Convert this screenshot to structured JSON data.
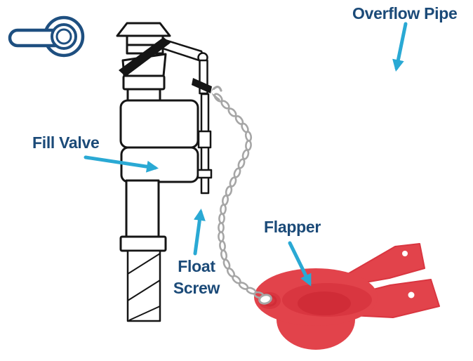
{
  "labels": {
    "fill_valve": "Fill Valve",
    "float_screw": {
      "line1": "Float",
      "line2": "Screw"
    },
    "flapper": "Flapper",
    "overflow_pipe": "Overflow Pipe"
  },
  "colors": {
    "label_text": "#1b4a78",
    "arrow": "#2aa9d4",
    "handle_outline": "#1e4f80",
    "line_art": "#151515",
    "chain": "#a6a6a6",
    "flapper_red": "#e2434b",
    "flapper_red_mid": "#d93640",
    "flapper_red_deep": "#d02c37",
    "background": "#ffffff"
  }
}
